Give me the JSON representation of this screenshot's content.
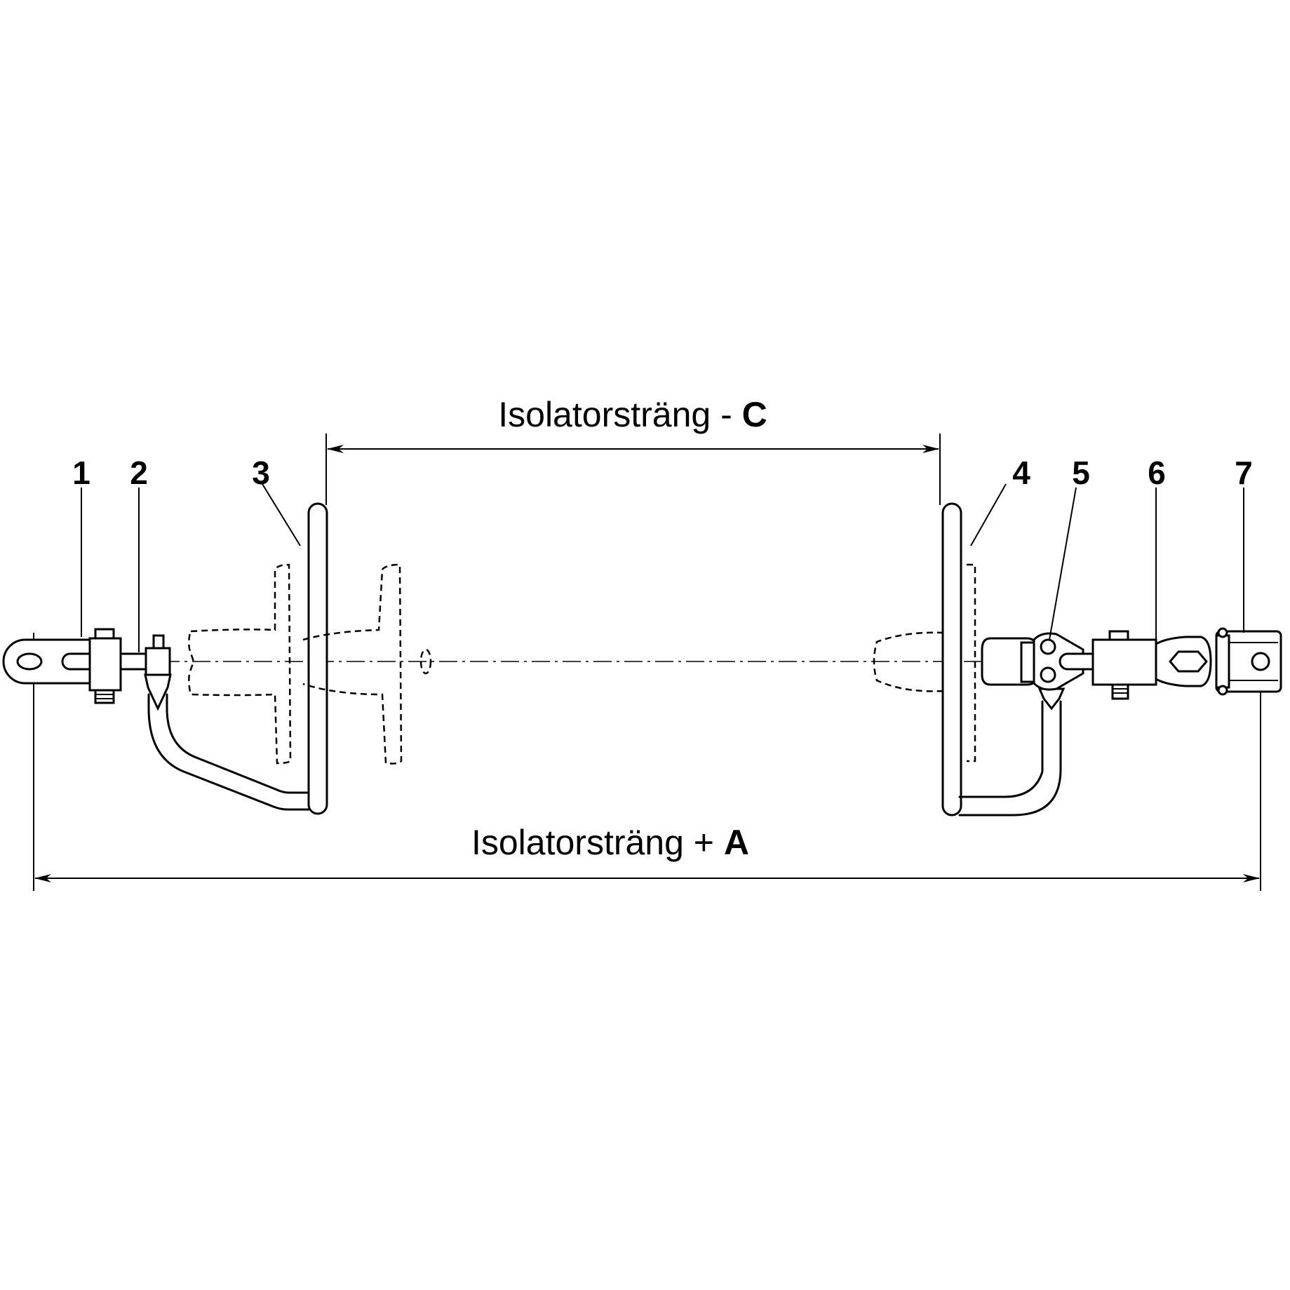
{
  "dimensions": {
    "top": {
      "text": "Isolatorsträng - ",
      "symbol": "C"
    },
    "bottom": {
      "text": "Isolatorsträng + ",
      "symbol": "A"
    }
  },
  "callouts": [
    "1",
    "2",
    "3",
    "4",
    "5",
    "6",
    "7"
  ]
}
